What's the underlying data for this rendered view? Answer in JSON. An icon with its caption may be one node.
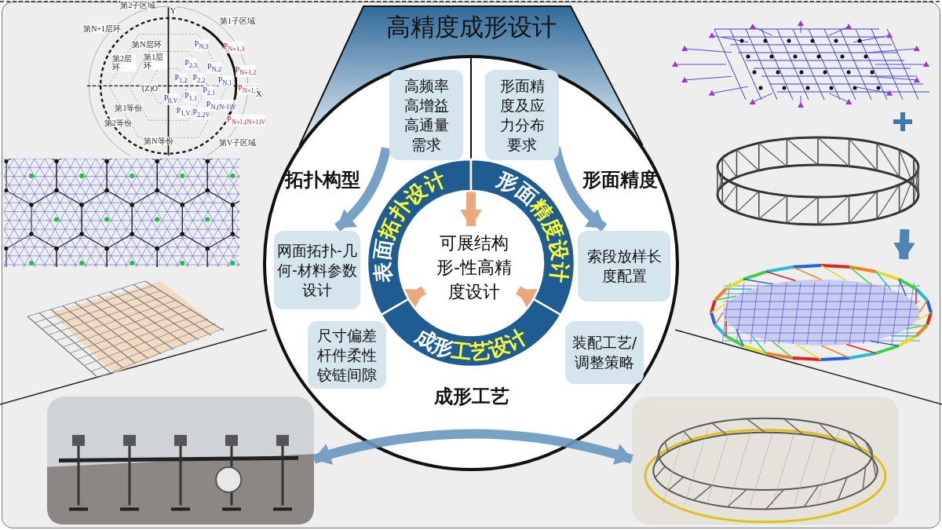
{
  "diagram": {
    "nodes": [
      {
        "text": [
          "高精度成形设计"
        ]
      },
      {
        "text": [],
        "shape": "circle"
      },
      {
        "text": [
          "高频率高增益高通量需求"
        ],
        "in": 1
      },
      {
        "text": [
          "形面精度及应力分布要求"
        ],
        "in": 1
      },
      {
        "text": [
          "网面拓扑-几何-材料参数设计"
        ],
        "in": 1
      },
      {
        "text": [
          "尺寸偏差杆件柔性铰链间隙"
        ],
        "in": 1
      },
      {
        "text": [
          "索段放样长度配置"
        ],
        "in": 1
      },
      {
        "text": [
          "装配工艺/调整策略"
        ],
        "in": 1
      },
      {
        "text": [
          "表面**拓扑设计**"
        ],
        "in": 1
      },
      {
        "text": [
          "形面**精度设计**"
        ],
        "in": 1
      },
      {
        "text": [
          "成形**工艺设计**"
        ],
        "in": 1
      },
      {
        "text": [
          "可展结构形-性高精度设计"
        ],
        "in": 1
      },
      {
        "text": [],
        "shape": "picture"
      },
      {
        "text": [],
        "shape": "picture"
      },
      {
        "text": [],
        "shape": "picture"
      },
      {
        "text": [],
        "shape": "picture"
      },
      {
        "text": [],
        "shape": "picture"
      },
      {
        "text": [],
        "shape": "picture"
      },
      {
        "text": [],
        "shape": "picture"
      },
      {
        "text": [],
        "shape": "picture"
      }
    ],
    "edges": [
      {
        "from": 8,
        "to": 11,
        "arrow": "to",
        "color": "#e8a070"
      },
      {
        "from": 9,
        "to": 11,
        "arrow": "to",
        "color": "#e8a070"
      },
      {
        "from": 10,
        "to": 11,
        "arrow": "to",
        "color": "#e8a070"
      },
      {
        "from": 2,
        "to": 4,
        "arrow": "to",
        "label": "拓扑构型",
        "color": "#6a97c0"
      },
      {
        "from": 3,
        "to": 6,
        "arrow": "to",
        "label": "形面精度",
        "color": "#6a97c0"
      },
      {
        "from": 15,
        "to": 19,
        "arrow": "both",
        "label": "成形工艺",
        "color": "#6a97c0"
      },
      {
        "from": 17,
        "to": 18,
        "arrow": "to",
        "color": "#3f78b0"
      }
    ],
    "labels": [
      "第2子区域",
      "第1子区域",
      "第N+1层环",
      "Y",
      "第N层环",
      "P$_{N,3}$",
      "P$_{N+1,3}$",
      "第2层环",
      "第1层环",
      "P$_{2,3}$",
      "P$_{N,2}$",
      "P$_{N+1,2}$",
      "P$_{1,2}$",
      "P$_{2,2}$",
      "P$_{N,1}$",
      "(Z)O",
      "P$_{2,1}$",
      "P$_{N+1,1}$",
      "P$_{0,V}$",
      "P$_{1,1}$",
      "X",
      "第1等份",
      "P$_{1,V}$",
      "P$_{2,2V}$",
      "P$_{N,(N-1)V}$",
      "第2等份",
      "P$_{N+1,(N+1)V}$",
      "第N等份",
      "第V子区域"
    ]
  }
}
